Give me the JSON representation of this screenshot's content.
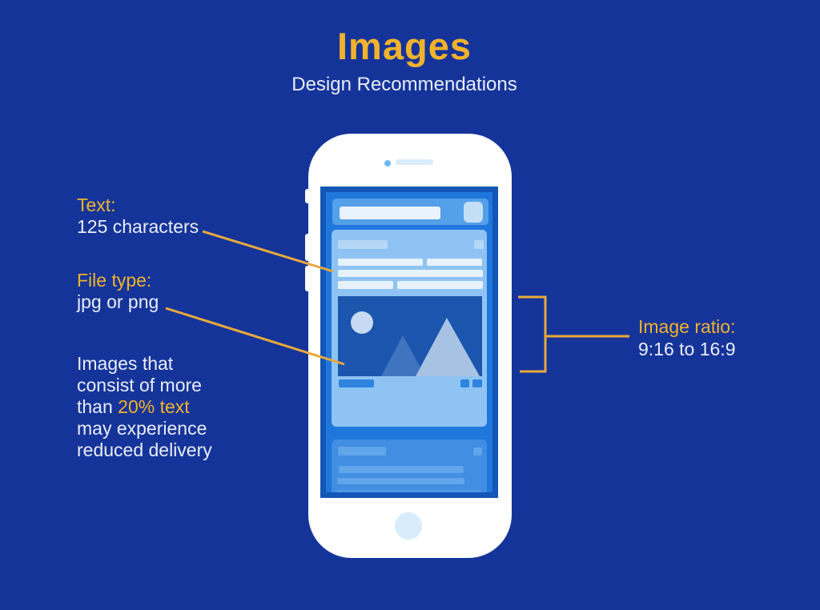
{
  "header": {
    "title": "Images",
    "subtitle": "Design Recommendations"
  },
  "annotations": {
    "text_limit": {
      "label": "Text:",
      "value": "125 characters"
    },
    "file_type": {
      "label": "File type:",
      "value": "jpg or png"
    },
    "text_percentage_note": {
      "line1": "Images that",
      "line2": "consist of more",
      "line3_pre": "than ",
      "line3_highlight": "20% text",
      "line4": "may experience",
      "line5": "reduced delivery"
    },
    "image_ratio": {
      "label": "Image ratio:",
      "value": "9:16 to 16:9"
    }
  },
  "colors": {
    "background": "#15349A",
    "accent_gold": "#F2B32C",
    "connector_gold": "#E8A93C",
    "light_text": "#E9EDF7",
    "phone_body": "#FFFFFF",
    "screen_border": "#1356B6",
    "screen_background": "#1F77DC",
    "app_top_bar": "#54A0E9",
    "card_background": "#8FC3F3",
    "ad_image_background": "#1C55AD",
    "secondary_card": "#418EE2"
  }
}
